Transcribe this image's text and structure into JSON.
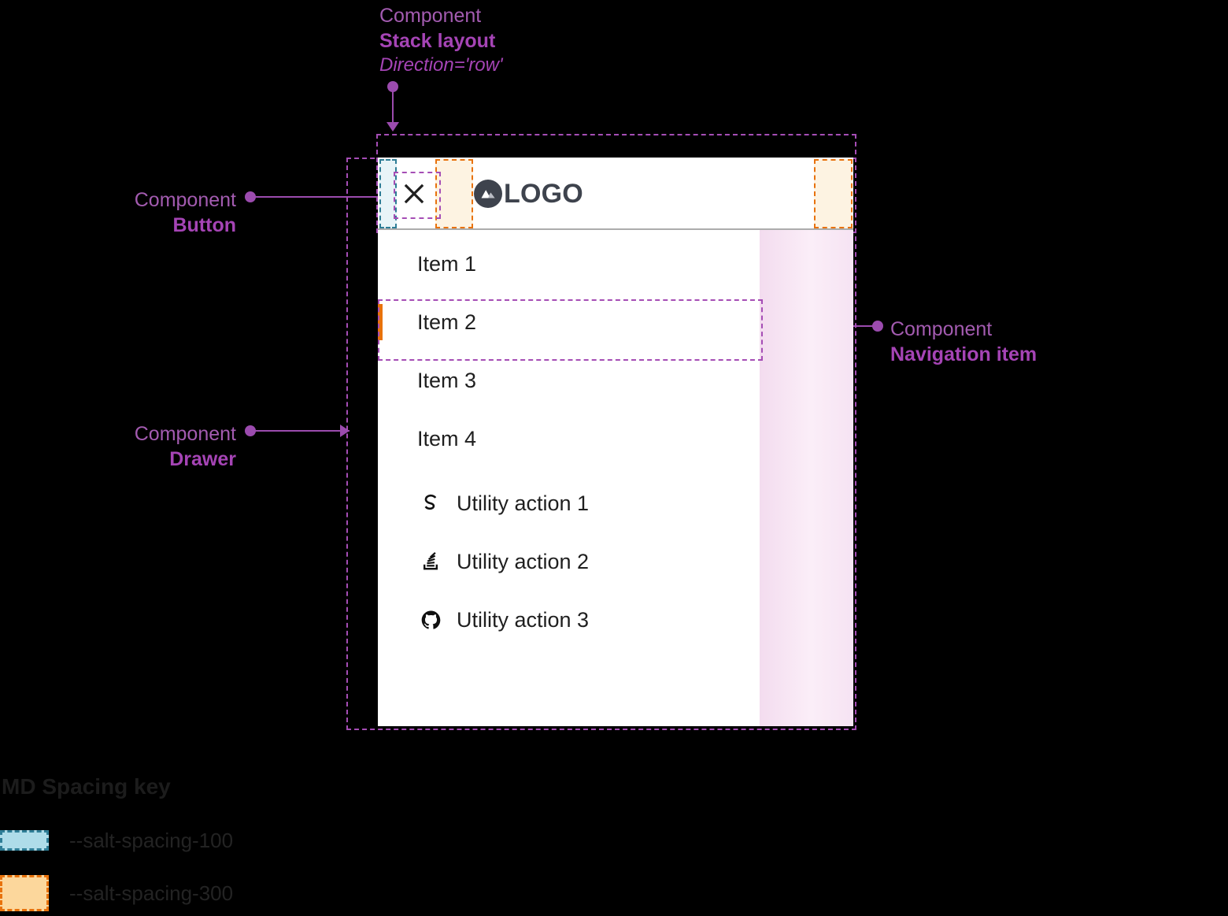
{
  "annotations": {
    "stack_layout": {
      "kind": "Component",
      "name": "Stack layout",
      "prop": "Direction='row'"
    },
    "button": {
      "kind": "Component",
      "name": "Button"
    },
    "drawer": {
      "kind": "Component",
      "name": "Drawer"
    },
    "navigation_item": {
      "kind": "Component",
      "name": "Navigation item"
    }
  },
  "drawer": {
    "header": {
      "close_icon": "close-icon",
      "logo_icon": "mountain-logo-icon",
      "logo_text": "LOGO"
    },
    "nav_items": [
      {
        "label": "Item 1",
        "active": false
      },
      {
        "label": "Item 2",
        "active": true
      },
      {
        "label": "Item 3",
        "active": false
      },
      {
        "label": "Item 4",
        "active": false
      }
    ],
    "utility_actions": [
      {
        "label": "Utility action 1",
        "icon": "salt-s-icon"
      },
      {
        "label": "Utility action 2",
        "icon": "stack-overflow-icon"
      },
      {
        "label": "Utility action 3",
        "icon": "github-icon"
      }
    ]
  },
  "legend": {
    "title": "MD Spacing key",
    "rows": [
      {
        "label": "--salt-spacing-100",
        "fill": "#AEDCE9",
        "stroke": "#2E7D96"
      },
      {
        "label": "--salt-spacing-300",
        "fill": "#FCD79C",
        "stroke": "#E8720C"
      }
    ]
  },
  "colors": {
    "annotation": "#A544B5",
    "active_indicator": "#E8720C",
    "spacing_100_fill": "#E8F4F8",
    "spacing_100_stroke": "#2E7D96",
    "spacing_300_fill": "#FDF3E2",
    "spacing_300_stroke": "#E8720C",
    "logo": "#3E434D"
  }
}
